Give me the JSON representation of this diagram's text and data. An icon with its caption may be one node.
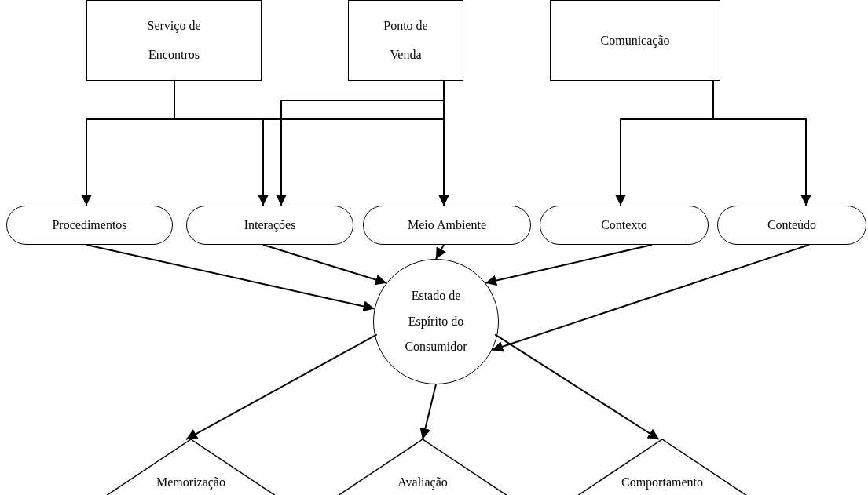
{
  "diagram": {
    "nodes": [
      {
        "text": [
          "Serviço de Encontros"
        ]
      },
      {
        "text": [
          "Ponto de Venda"
        ]
      },
      {
        "text": [
          "Comunicação"
        ]
      },
      {
        "text": [
          "Procedimentos"
        ]
      },
      {
        "text": [
          "Interações"
        ]
      },
      {
        "text": [
          "Meio Ambiente"
        ]
      },
      {
        "text": [
          "Contexto"
        ]
      },
      {
        "text": [
          "Conteúdo"
        ]
      },
      {
        "text": [
          "Estado de Espírito do Consumidor"
        ]
      },
      {
        "text": [
          "Memorização"
        ]
      },
      {
        "text": [
          "Avaliação"
        ]
      },
      {
        "text": [
          "Comportamento"
        ]
      }
    ],
    "edges": [
      {
        "from": 0,
        "to": 3,
        "arrow": "to"
      },
      {
        "from": 0,
        "to": 4,
        "arrow": "to"
      },
      {
        "from": 0,
        "to": 5,
        "arrow": "to"
      },
      {
        "from": 1,
        "to": 4,
        "arrow": "to"
      },
      {
        "from": 1,
        "to": 5,
        "arrow": "to"
      },
      {
        "from": 2,
        "to": 6,
        "arrow": "to"
      },
      {
        "from": 2,
        "to": 7,
        "arrow": "to"
      },
      {
        "from": 3,
        "to": 8,
        "arrow": "to"
      },
      {
        "from": 4,
        "to": 8,
        "arrow": "to"
      },
      {
        "from": 5,
        "to": 8,
        "arrow": "to"
      },
      {
        "from": 6,
        "to": 8,
        "arrow": "to"
      },
      {
        "from": 7,
        "to": 8,
        "arrow": "to"
      },
      {
        "from": 8,
        "to": 9,
        "arrow": "to"
      },
      {
        "from": 8,
        "to": 10,
        "arrow": "to"
      },
      {
        "from": 8,
        "to": 11,
        "arrow": "to"
      }
    ]
  }
}
